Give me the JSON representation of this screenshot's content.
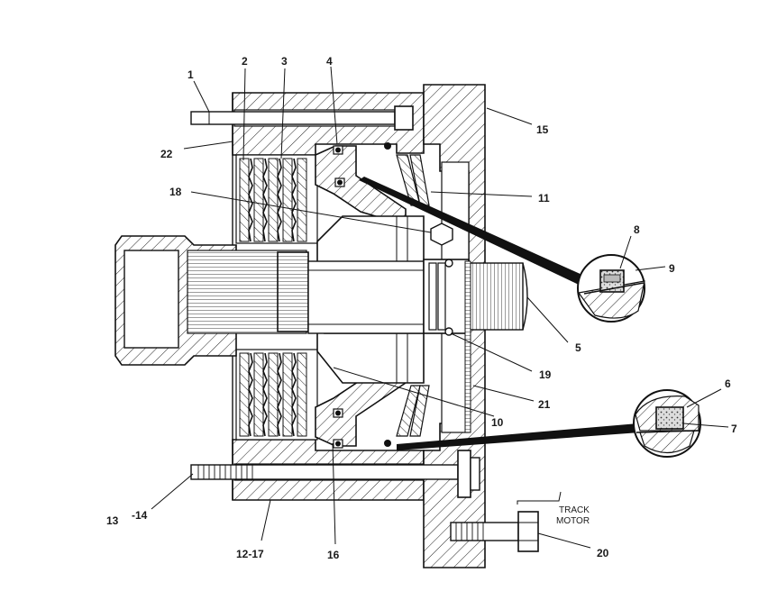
{
  "callouts": {
    "c1": "1",
    "c2": "2",
    "c3": "3",
    "c4": "4",
    "c5": "5",
    "c6": "6",
    "c7": "7",
    "c8": "8",
    "c9": "9",
    "c10": "10",
    "c11": "11",
    "c13": "13",
    "c14": "-14",
    "c15": "15",
    "c16": "16",
    "c12_17": "12-17",
    "c18": "18",
    "c19": "19",
    "c20": "20",
    "c21": "21",
    "c22": "22"
  },
  "note": {
    "line1": "TRACK",
    "line2": "MOTOR"
  }
}
